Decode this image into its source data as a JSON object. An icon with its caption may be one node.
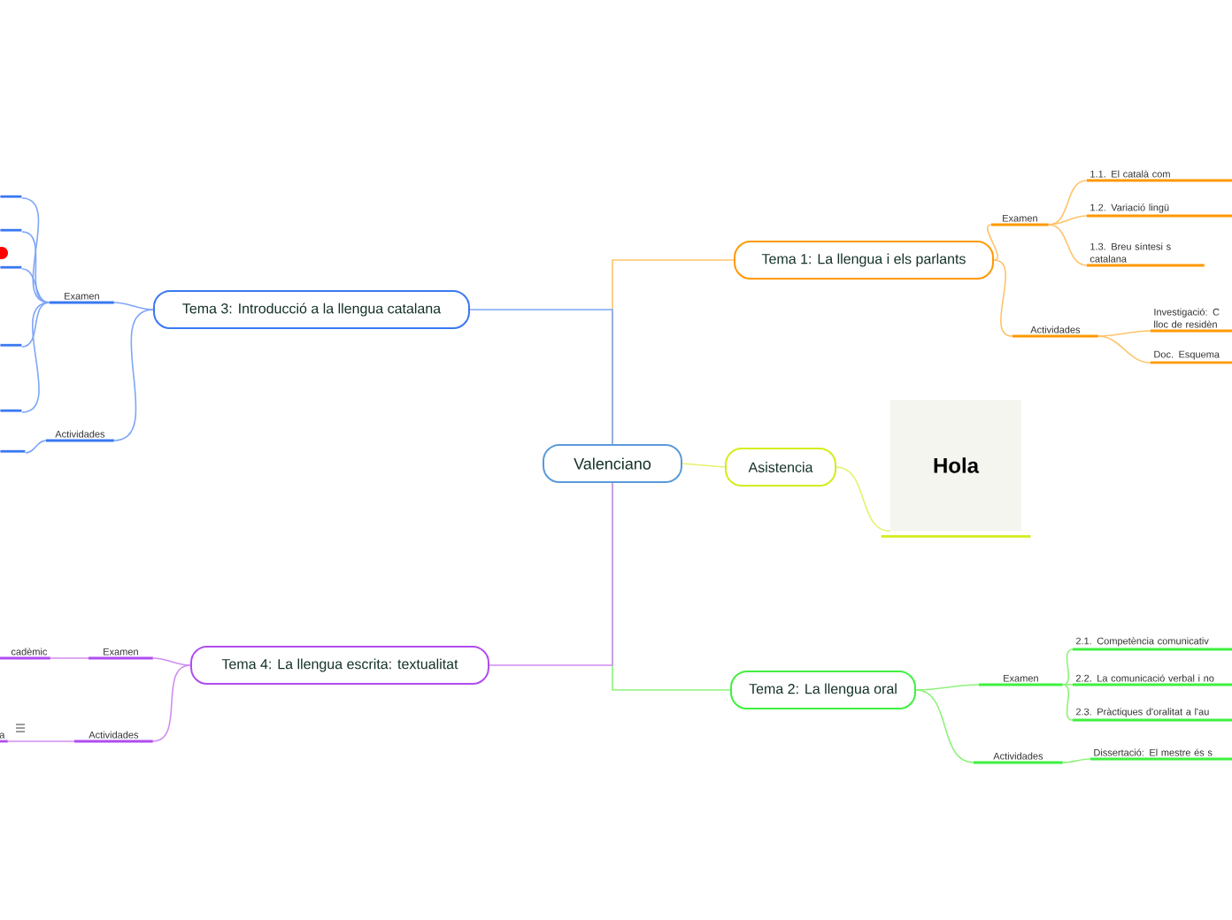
{
  "diagram": {
    "nodes": [
      {
        "text": [
          "Valenciano"
        ]
      },
      {
        "text": [
          "Tema 1: La llengua i els parlants"
        ]
      },
      {
        "text": [
          "Examen"
        ]
      },
      {
        "text": [
          "1.1. El català com"
        ]
      },
      {
        "text": [
          "1.2. Variació lingü"
        ]
      },
      {
        "text": [
          "1.3. Breu síntesi s catalana"
        ]
      },
      {
        "text": [
          "Actividades"
        ]
      },
      {
        "text": [
          "Investigació: C lloc de residèn"
        ]
      },
      {
        "text": [
          "Doc. Esquema"
        ]
      },
      {
        "text": [
          "Asistencia"
        ]
      },
      {
        "text": [
          "Hola"
        ]
      },
      {
        "text": [
          "Tema 2: La llengua oral"
        ]
      },
      {
        "text": [
          "Examen"
        ]
      },
      {
        "text": [
          "2.1. Competència comunicativ"
        ]
      },
      {
        "text": [
          "2.2. La comunicació verbal i no"
        ]
      },
      {
        "text": [
          "2.3. Pràctiques d'oralitat a l'au"
        ]
      },
      {
        "text": [
          "Actividades"
        ]
      },
      {
        "text": [
          "Dissertació: El mestre és s"
        ]
      },
      {
        "text": [
          "Tema 3: Introducció a la llengua catalana"
        ]
      },
      {
        "text": [
          "Examen"
        ]
      },
      {
        "text": [],
        "shape": "bar"
      },
      {
        "text": [],
        "shape": "bar"
      },
      {
        "text": [],
        "shape": "bar"
      },
      {
        "text": [],
        "shape": "bar"
      },
      {
        "text": [],
        "shape": "bar"
      },
      {
        "text": [
          "Actividades"
        ]
      },
      {
        "text": [],
        "shape": "bar"
      },
      {
        "text": [
          "Tema 4: La llengua escrita: textualitat"
        ]
      },
      {
        "text": [
          "Examen"
        ]
      },
      {
        "text": [
          "cadèmic"
        ]
      },
      {
        "text": [
          "Actividades"
        ]
      },
      {
        "text": [
          "a"
        ]
      }
    ],
    "edges": [
      {
        "from": 0,
        "to": 1,
        "arrow": "none",
        "color": "#ffc36b"
      },
      {
        "from": 1,
        "to": 2,
        "arrow": "none",
        "color": "#ffc36b"
      },
      {
        "from": 2,
        "to": 3,
        "arrow": "none",
        "color": "#ffc36b"
      },
      {
        "from": 2,
        "to": 4,
        "arrow": "none",
        "color": "#ffc36b"
      },
      {
        "from": 2,
        "to": 5,
        "arrow": "none",
        "color": "#ffc36b"
      },
      {
        "from": 1,
        "to": 6,
        "arrow": "none",
        "color": "#ffc36b"
      },
      {
        "from": 6,
        "to": 7,
        "arrow": "none",
        "color": "#ffc36b"
      },
      {
        "from": 6,
        "to": 8,
        "arrow": "none",
        "color": "#ffc36b"
      },
      {
        "from": 0,
        "to": 9,
        "arrow": "none",
        "color": "#e6f26a"
      },
      {
        "from": 9,
        "to": 10,
        "arrow": "none",
        "color": "#e6f26a"
      },
      {
        "from": 0,
        "to": 11,
        "arrow": "none",
        "color": "#8ef27a"
      },
      {
        "from": 11,
        "to": 12,
        "arrow": "none",
        "color": "#8ef27a"
      },
      {
        "from": 12,
        "to": 13,
        "arrow": "none",
        "color": "#8ef27a"
      },
      {
        "from": 12,
        "to": 14,
        "arrow": "none",
        "color": "#8ef27a"
      },
      {
        "from": 12,
        "to": 15,
        "arrow": "none",
        "color": "#8ef27a"
      },
      {
        "from": 11,
        "to": 16,
        "arrow": "none",
        "color": "#8ef27a"
      },
      {
        "from": 16,
        "to": 17,
        "arrow": "none",
        "color": "#8ef27a"
      },
      {
        "from": 0,
        "to": 18,
        "arrow": "none",
        "color": "#7ea6f7"
      },
      {
        "from": 18,
        "to": 19,
        "arrow": "none",
        "color": "#7ea6f7"
      },
      {
        "from": 19,
        "to": 20,
        "arrow": "none",
        "color": "#7ea6f7"
      },
      {
        "from": 19,
        "to": 21,
        "arrow": "none",
        "color": "#7ea6f7"
      },
      {
        "from": 19,
        "to": 22,
        "arrow": "none",
        "color": "#7ea6f7"
      },
      {
        "from": 19,
        "to": 23,
        "arrow": "none",
        "color": "#7ea6f7"
      },
      {
        "from": 19,
        "to": 24,
        "arrow": "none",
        "color": "#7ea6f7"
      },
      {
        "from": 18,
        "to": 25,
        "arrow": "none",
        "color": "#7ea6f7"
      },
      {
        "from": 25,
        "to": 26,
        "arrow": "none",
        "color": "#7ea6f7"
      },
      {
        "from": 0,
        "to": 27,
        "arrow": "none",
        "color": "#d08cf2"
      },
      {
        "from": 27,
        "to": 28,
        "arrow": "none",
        "color": "#d08cf2"
      },
      {
        "from": 28,
        "to": 29,
        "arrow": "none",
        "color": "#d08cf2"
      },
      {
        "from": 27,
        "to": 30,
        "arrow": "none",
        "color": "#d08cf2"
      },
      {
        "from": 30,
        "to": 31,
        "arrow": "none",
        "color": "#d08cf2"
      }
    ]
  }
}
